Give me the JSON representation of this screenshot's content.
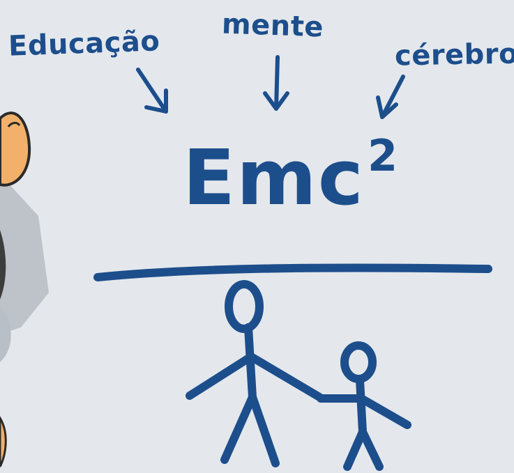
{
  "labels": {
    "education": "Educação",
    "mind": "mente",
    "brain": "cérebro"
  },
  "equation": {
    "base": "Emc",
    "exponent": "2"
  },
  "colors": {
    "background": "#e4e8ec",
    "ink": "#1d4e8c",
    "skin": "#f2b06a",
    "shadow": "#b9bfc6"
  },
  "icons": {
    "character": "pointing-hand-figure",
    "family": "stick-figure-adult-child"
  }
}
